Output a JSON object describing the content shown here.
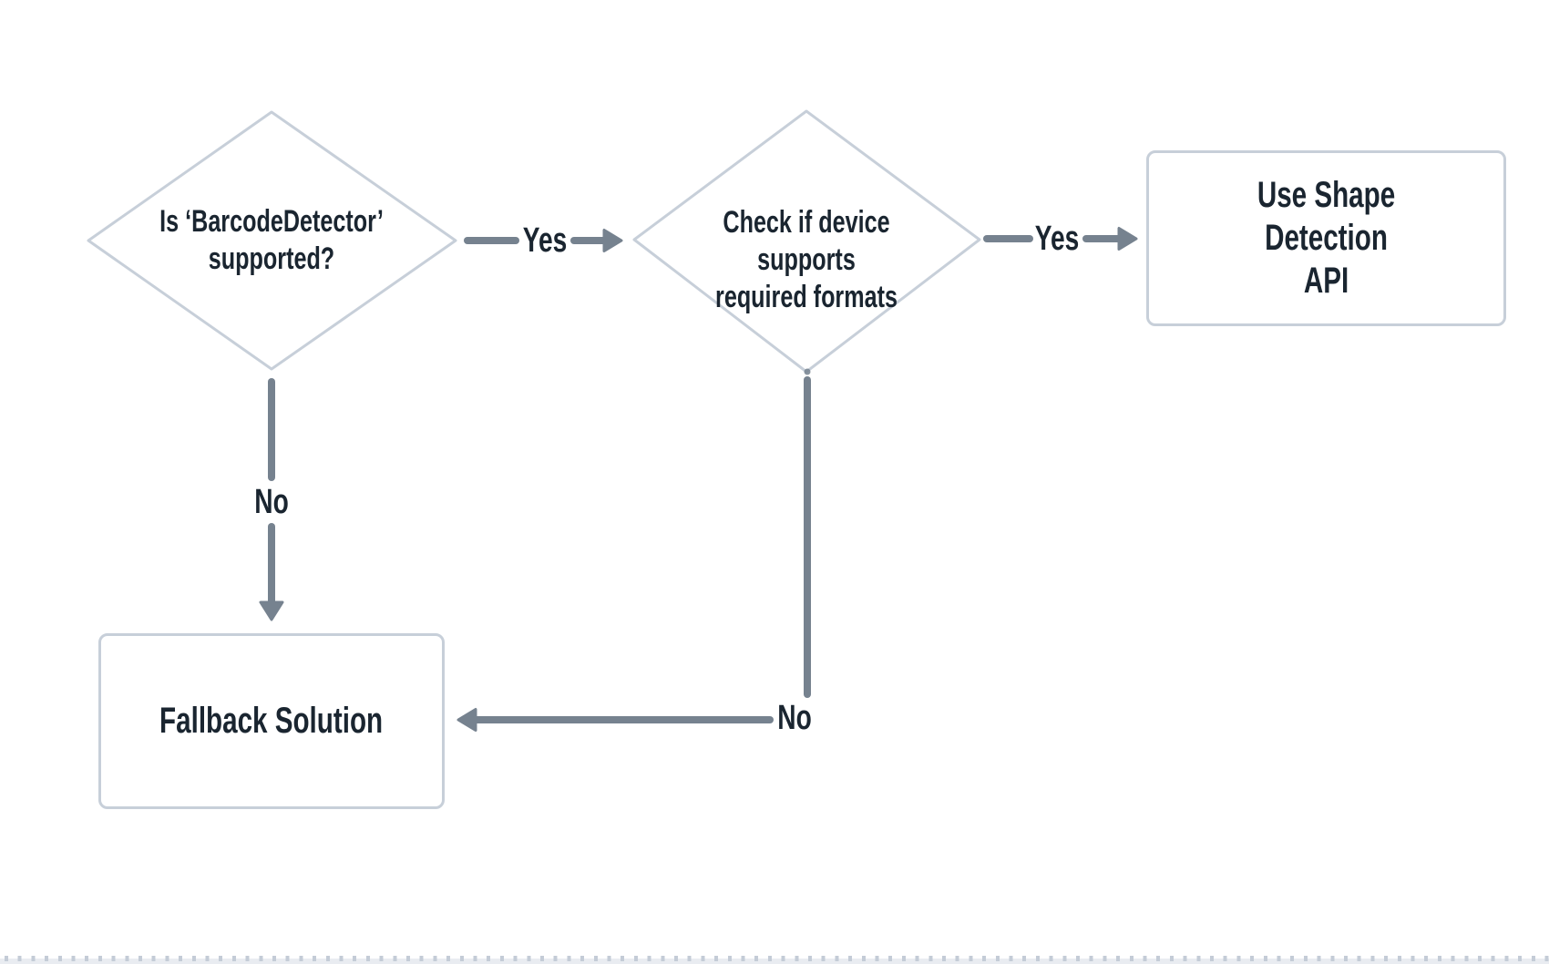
{
  "colors": {
    "node_border": "#c7cfd9",
    "edge": "#76828f",
    "text": "#1a2530",
    "bg": "#ffffff",
    "strip_band": "#e9ecf1",
    "strip_tick": "#c4ccd7"
  },
  "nodes": {
    "decision_barcode_supported": {
      "type": "diamond",
      "lines": [
        "Is ‘BarcodeDetector’",
        "supported?"
      ]
    },
    "decision_formats_supported": {
      "type": "diamond",
      "lines": [
        "Check if device supports",
        "required formats"
      ]
    },
    "process_shape_detection": {
      "type": "rect",
      "lines": [
        "Use Shape Detection",
        "API"
      ]
    },
    "process_fallback": {
      "type": "rect",
      "lines": [
        "Fallback Solution"
      ]
    }
  },
  "edges": {
    "yes_barcode_to_formats": {
      "label": "Yes"
    },
    "yes_formats_to_shape_api": {
      "label": "Yes"
    },
    "no_barcode_to_fallback": {
      "label": "No"
    },
    "no_formats_to_fallback": {
      "label": "No"
    }
  }
}
